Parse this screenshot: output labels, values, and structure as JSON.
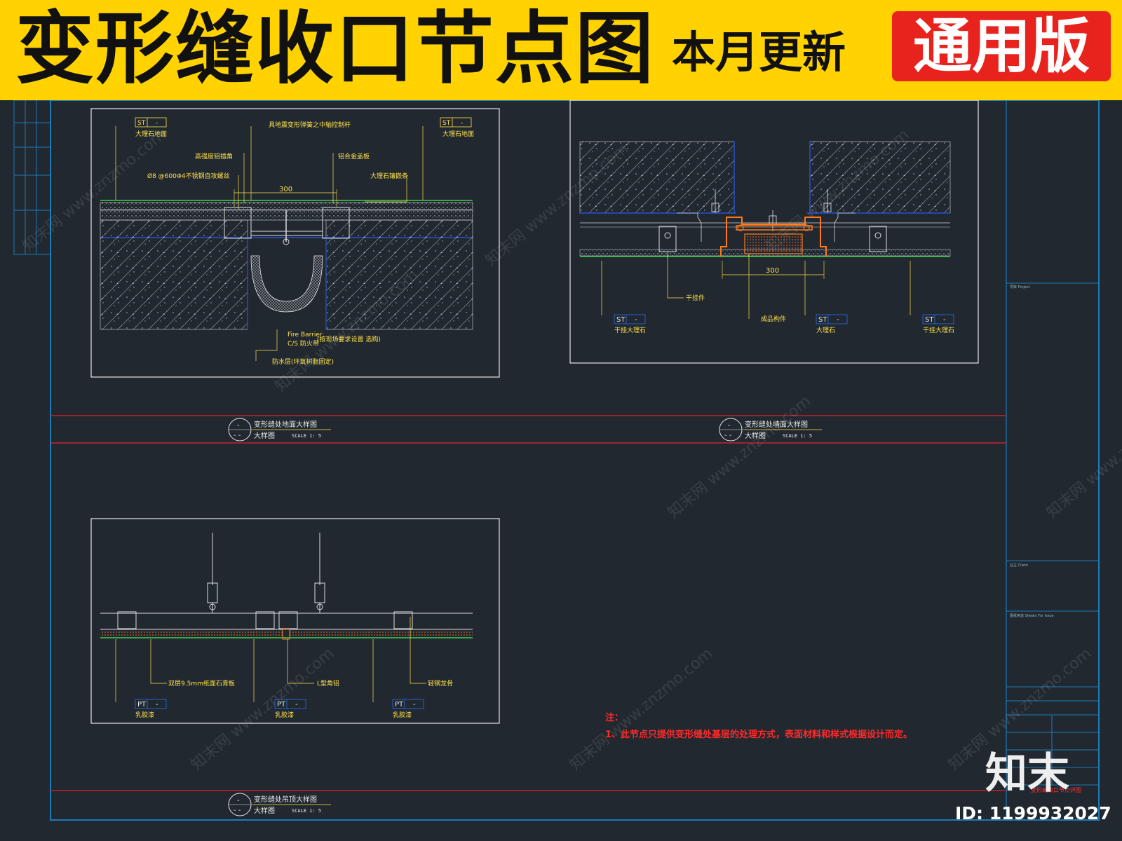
{
  "banner": {
    "title": "变形缝收口节点图",
    "subtitle": "本月更新",
    "badge": "通用版"
  },
  "detail1": {
    "tag_a": "ST",
    "tag_dash": "-",
    "label_marble_floor_left": "大理石地面",
    "label_marble_floor_right": "大理石地面",
    "label_top_note": "具地震变形弹簧之中轴控制杆",
    "label_hi_strength": "高强度铝插角",
    "label_aluminum_cover": "铝合金盖板",
    "label_steel_bolt": "Ø8 @600Φ4不锈钢自攻螺丝",
    "label_marble_strip": "大理石镶嵌条",
    "dim": "300",
    "fire_barrier_en": "Fire Barrier",
    "fire_barrier_cn": "C/S 防火带",
    "fire_note": "(按现场要求设置 选购)",
    "waterproof": "防水层(环氧树脂固定)",
    "caption_title": "变形缝处地面大样图",
    "caption_sub": "大样图",
    "caption_scale": "SCALE  1: 5"
  },
  "detail2": {
    "tag_a": "ST",
    "tag_dash": "-",
    "dim": "300",
    "label_dry_hang": "干挂件",
    "label_product": "成品构件",
    "label_dry_marble_left": "干挂大理石",
    "label_marble": "大理石",
    "label_dry_marble_right": "干挂大理石",
    "caption_title": "变形缝处墙面大样图",
    "caption_sub": "大样图",
    "caption_scale": "SCALE  1: 5"
  },
  "detail3": {
    "tag_a": "PT",
    "tag_dash": "-",
    "label_gypsum": "双层9.5mm纸面石膏板",
    "label_l_angle": "L型角铝",
    "label_keel": "轻钢龙骨",
    "label_latex": "乳胶漆",
    "caption_title": "变形缝处吊顶大样图",
    "caption_sub": "大样图",
    "caption_scale": "SCALE  1: 5"
  },
  "callout_symbol": {
    "top": "-",
    "bottom": "- -"
  },
  "note": {
    "heading": "注：",
    "text": "1、此节点只提供变形缝处基层的处理方式，表面材料和样式根据设计而定。"
  },
  "titleblock": {
    "project": "项目 Project",
    "client": "业主 Client",
    "sheet_for": "图纸用途 Sheets For Issue",
    "drawing_name": "变形缝收口节点详图"
  },
  "watermark": "知末网 www.znzmo.com",
  "brand": "知末",
  "id_label": "ID: 1199932027",
  "colors": {
    "banner_bg": "#ffd200",
    "badge_bg": "#e8231d",
    "canvas_bg": "#212830",
    "frame_blue": "#1f7ab8",
    "annotation_yellow": "#ffe24a",
    "grid_red": "#c8202a",
    "orange_profile": "#ff7a1a"
  }
}
